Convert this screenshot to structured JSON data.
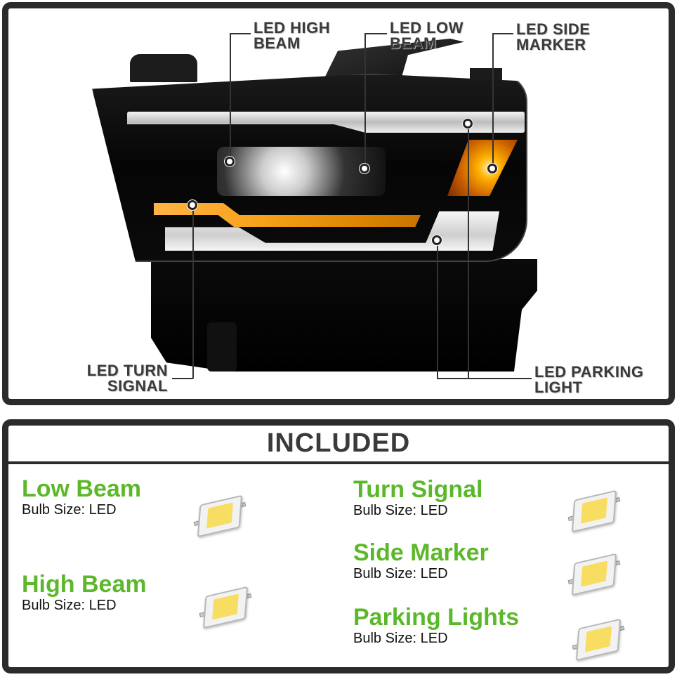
{
  "diagram": {
    "callouts": [
      {
        "id": "high-beam",
        "label": "LED HIGH\nBEAM"
      },
      {
        "id": "low-beam",
        "label": "LED LOW\nBEAM"
      },
      {
        "id": "side-marker",
        "label": "LED SIDE\nMARKER"
      },
      {
        "id": "turn-signal",
        "label": "LED TURN\nSIGNAL"
      },
      {
        "id": "parking-light",
        "label": "LED PARKING\nLIGHT"
      }
    ]
  },
  "included": {
    "title": "INCLUDED",
    "items": [
      {
        "name": "Low Beam",
        "spec": "Bulb Size: LED",
        "icon": "led-chip-icon"
      },
      {
        "name": "High Beam",
        "spec": "Bulb Size: LED",
        "icon": "led-chip-icon"
      },
      {
        "name": "Turn Signal",
        "spec": "Bulb Size: LED",
        "icon": "led-chip-icon"
      },
      {
        "name": "Side Marker",
        "spec": "Bulb Size: LED",
        "icon": "led-chip-icon"
      },
      {
        "name": "Parking Lights",
        "spec": "Bulb Size: LED",
        "icon": "led-chip-icon"
      }
    ]
  },
  "colors": {
    "frame": "#2b2b2b",
    "label_text": "#3a3a3a",
    "item_name": "#5cb82b",
    "led_yellow": "#f8dd63",
    "amber": "#f6a21a"
  }
}
